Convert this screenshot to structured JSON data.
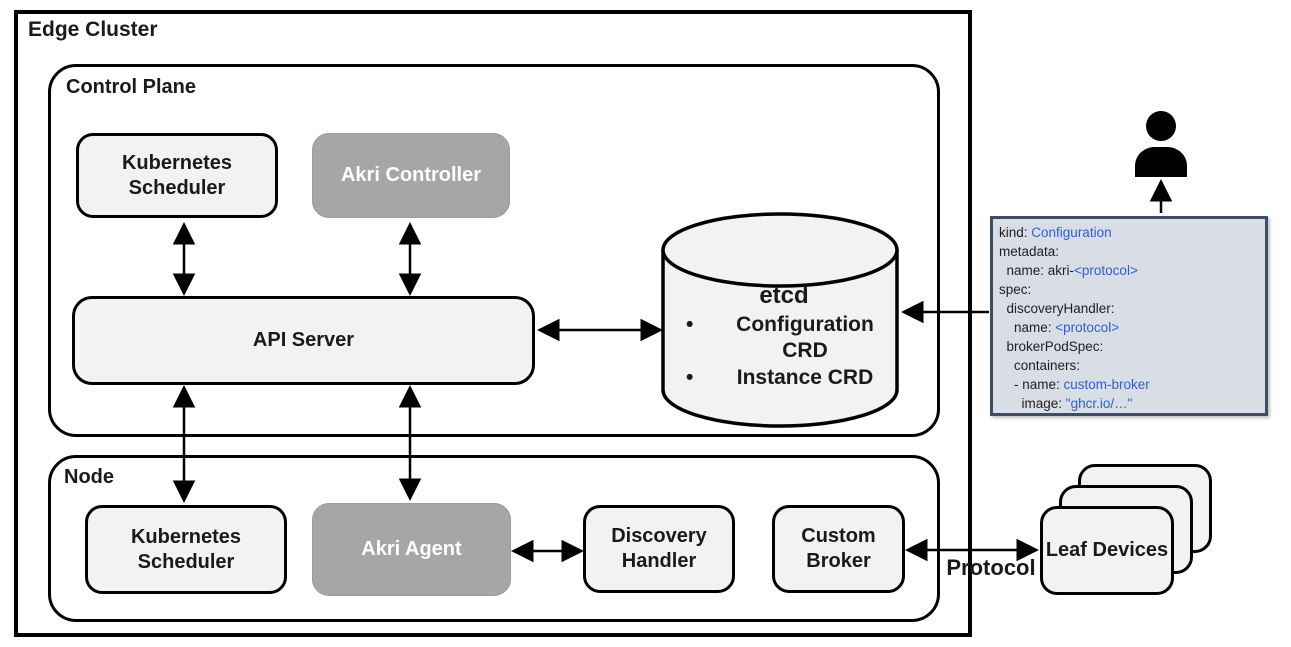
{
  "diagram": {
    "edge_cluster_label": "Edge Cluster",
    "control_plane_label": "Control Plane",
    "node_label": "Node",
    "protocol_label": "Protocol",
    "boxes": {
      "k8s_scheduler_cp": "Kubernetes Scheduler",
      "akri_controller": "Akri Controller",
      "api_server": "API Server",
      "k8s_scheduler_node": "Kubernetes Scheduler",
      "akri_agent": "Akri Agent",
      "discovery_handler": "Discovery Handler",
      "custom_broker": "Custom Broker",
      "leaf_devices": "Leaf Devices"
    },
    "etcd": {
      "title": "etcd",
      "bullet": "•",
      "items": [
        "Configuration CRD",
        "Instance CRD"
      ]
    }
  },
  "yaml_panel": {
    "lines": [
      {
        "parts": [
          {
            "t": "kind: ",
            "c": "d"
          },
          {
            "t": "Configuration",
            "c": "b"
          }
        ]
      },
      {
        "parts": [
          {
            "t": "metadata:",
            "c": "d"
          }
        ]
      },
      {
        "parts": [
          {
            "t": "  name: akri-",
            "c": "d"
          },
          {
            "t": "<protocol>",
            "c": "b"
          }
        ]
      },
      {
        "parts": [
          {
            "t": "spec:",
            "c": "d"
          }
        ]
      },
      {
        "parts": [
          {
            "t": "  discoveryHandler:",
            "c": "d"
          }
        ]
      },
      {
        "parts": [
          {
            "t": "    name: ",
            "c": "d"
          },
          {
            "t": "<protocol>",
            "c": "b"
          }
        ]
      },
      {
        "parts": [
          {
            "t": "  brokerPodSpec:",
            "c": "d"
          }
        ]
      },
      {
        "parts": [
          {
            "t": "    containers:",
            "c": "d"
          }
        ]
      },
      {
        "parts": [
          {
            "t": "    - name: ",
            "c": "d"
          },
          {
            "t": "custom-broker",
            "c": "b"
          }
        ]
      },
      {
        "parts": [
          {
            "t": "      image: ",
            "c": "d"
          },
          {
            "t": "\"ghcr.io/…\"",
            "c": "b"
          }
        ]
      }
    ]
  },
  "colors": {
    "box_fill_light": "#f2f2f2",
    "box_fill_gray": "#a6a6a6",
    "box_border": "#000000",
    "yaml_bg": "#d8dde6",
    "yaml_border": "#3d4d63",
    "yaml_text": "#1f1f1f",
    "yaml_blue": "#3060cf",
    "arrow_color": "#000000"
  },
  "icons": {
    "person": "person-icon"
  }
}
